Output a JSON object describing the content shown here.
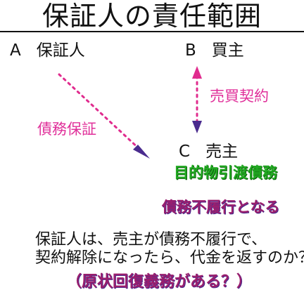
{
  "title": "保証人の責任範囲",
  "nodes": {
    "a": {
      "letter": "A",
      "label": "保証人"
    },
    "b": {
      "letter": "B",
      "label": "買主"
    },
    "c": {
      "letter": "C",
      "label": "売主"
    }
  },
  "relations": {
    "sales_contract": "売買契約",
    "guarantee": "債務保証"
  },
  "notes": {
    "obligation": "目的物引渡債務",
    "default": "債務不履行となる"
  },
  "question": {
    "line1": "保証人は、売主が債務不履行で、",
    "line2": "契約解除になったら、代金を返すのか？",
    "line3": "（原状回復義務がある？）"
  },
  "colors": {
    "pink": "#e0309a",
    "green": "#22aa22",
    "purple": "#4b2a8c",
    "magenta_dark": "#9a1f6e",
    "arrow_pink": "#e02c8e",
    "arrow_purple": "#4a2b8e",
    "text": "#111111"
  }
}
